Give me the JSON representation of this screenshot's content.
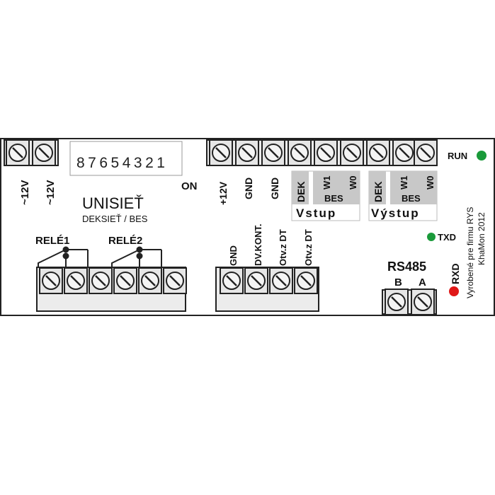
{
  "board": {
    "power_labels": [
      "~12V",
      "~12V"
    ],
    "dip_switch": {
      "numbers": "87654321",
      "on_label": "ON"
    },
    "title": "UNISIEŤ",
    "subtitle": "DEKSIEŤ / BES",
    "relay1_label": "RELÉ1",
    "relay2_label": "RELÉ2",
    "top_terminal_labels": [
      "+12V",
      "GND",
      "GND"
    ],
    "input_group": {
      "dek": "DEK",
      "w1": "W1",
      "w0": "W0",
      "bes": "BES",
      "title": "Vstup"
    },
    "output_group": {
      "dek": "DEK",
      "w1": "W1",
      "w0": "W0",
      "bes": "BES",
      "title": "Výstup"
    },
    "bottom_terminal_labels": [
      "GND",
      "DV.KONT.",
      "Otv.z DT",
      "Otv.z DT"
    ],
    "rs485": {
      "title": "RS485",
      "b": "B",
      "a": "A"
    },
    "leds": [
      {
        "label": "RUN",
        "color": "#1a9a3a"
      },
      {
        "label": "TXD",
        "color": "#1a9a3a"
      },
      {
        "label": "RXD",
        "color": "#e01818"
      }
    ],
    "manufacturer": [
      "Vyrobené pre firmu RYS",
      "KhaMon 2012"
    ]
  }
}
